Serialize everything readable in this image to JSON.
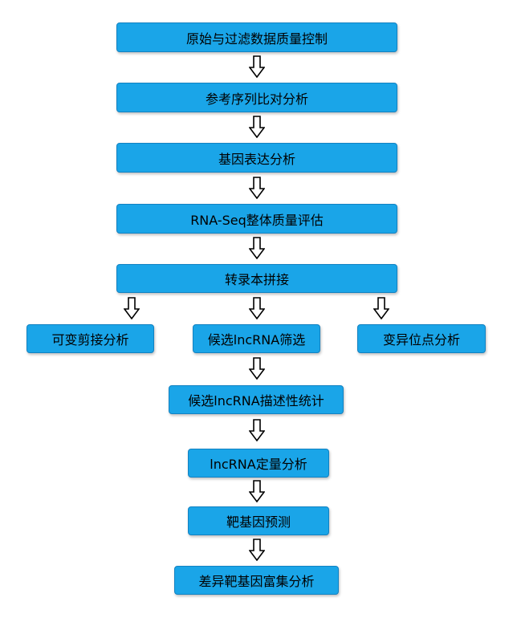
{
  "colors": {
    "box_fill": "#1aa5e8",
    "box_border": "#1282c2",
    "arrow_stroke": "#000000",
    "arrow_fill": "#ffffff"
  },
  "steps": {
    "qc": "原始与过滤数据质量控制",
    "align": "参考序列比对分析",
    "expression": "基因表达分析",
    "rnaseq_eval": "RNA-Seq整体质量评估",
    "assembly": "转录本拼接",
    "splicing": "可变剪接分析",
    "lncrna_screen": "候选lncRNA筛选",
    "variant": "变异位点分析",
    "lncrna_stats": "候选lncRNA描述性统计",
    "lncrna_quant": "lncRNA定量分析",
    "target": "靶基因预测",
    "enrichment": "差异靶基因富集分析"
  }
}
